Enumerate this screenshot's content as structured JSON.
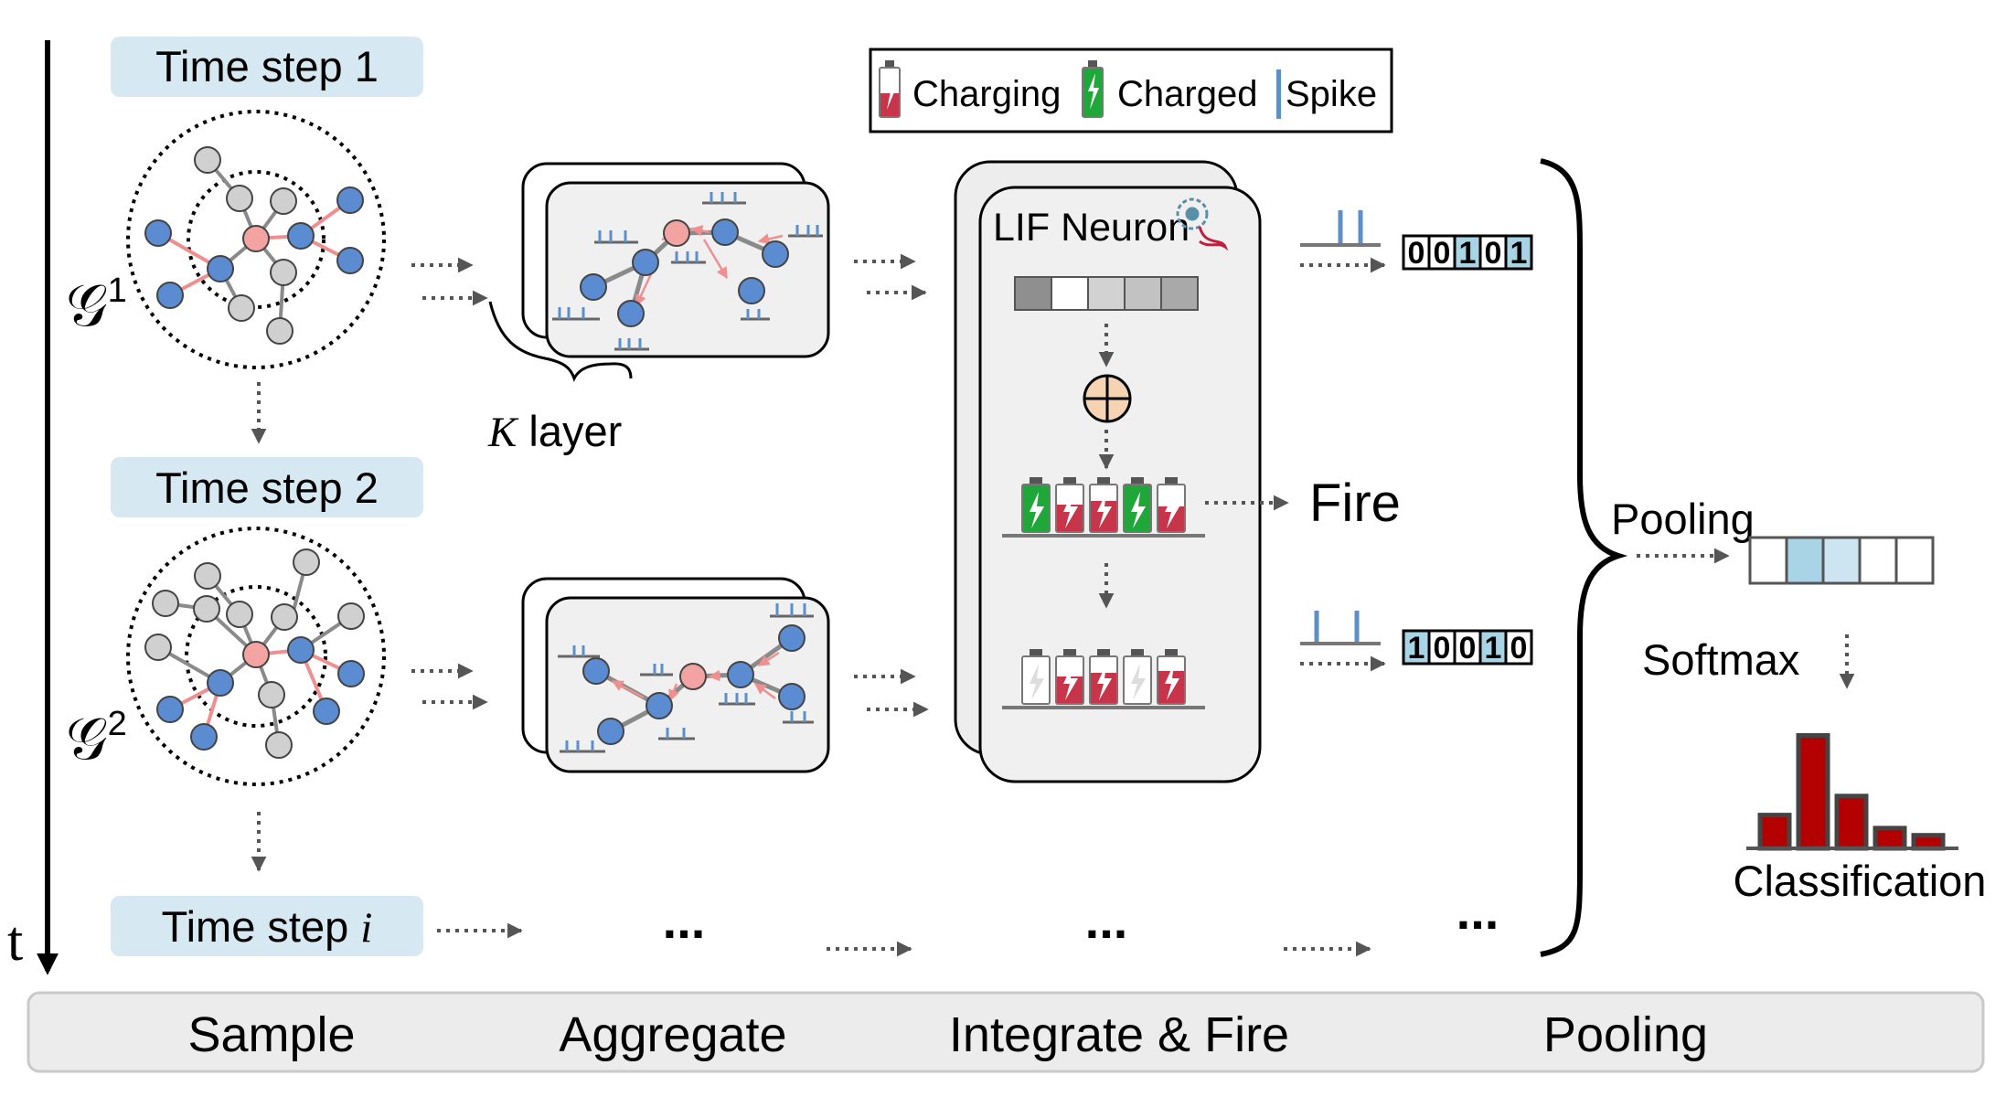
{
  "time_steps": {
    "step1": "Time step 1",
    "step2": "Time step 2",
    "stepi_prefix": "Time step ",
    "stepi_var": "i"
  },
  "axis_label": "t",
  "graph_labels": {
    "g1_symbol": "𝒢",
    "g1_sup": "1",
    "g2_symbol": "𝒢",
    "g2_sup": "2"
  },
  "k_layer": {
    "var": "K",
    "text": " layer"
  },
  "legend": {
    "charging": "Charging",
    "charged": "Charged",
    "spike": "Spike"
  },
  "lif_title": "LIF Neuron",
  "fire_label": "Fire",
  "spike_vectors": {
    "top": [
      "0",
      "0",
      "1",
      "0",
      "1"
    ],
    "bottom": [
      "1",
      "0",
      "0",
      "1",
      "0"
    ]
  },
  "pooling_label": "Pooling",
  "softmax_label": "Softmax",
  "classification_label": "Classification",
  "classification_values": [
    0.28,
    0.95,
    0.44,
    0.17,
    0.11
  ],
  "ellipsis": "...",
  "stages": {
    "sample": "Sample",
    "aggregate": "Aggregate",
    "integrate": "Integrate & Fire",
    "pooling": "Pooling"
  },
  "colors": {
    "node_blue": "#5b8bd1",
    "node_gray": "#d0d0d0",
    "node_red": "#f4a3a3",
    "edge_red": "#ef8f8f",
    "edge_gray": "#8a8a8a",
    "label_bg": "#d6e8f1",
    "spike_blue": "#5d8fc9",
    "charged_green": "#1fa73a",
    "charging_red": "#c8354a",
    "bar_red": "#b30000"
  }
}
